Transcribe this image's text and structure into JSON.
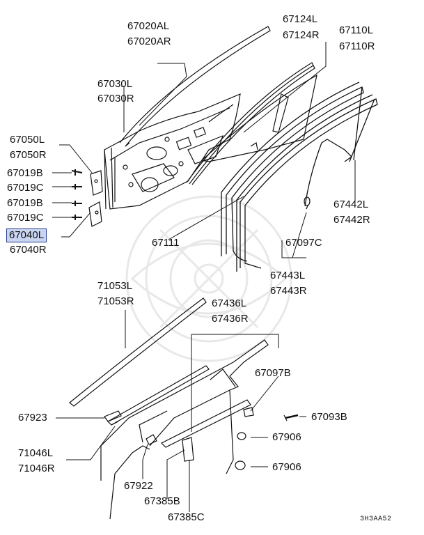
{
  "diagram": {
    "code": "3H3AA52",
    "highlight_color": "#c8d4f0",
    "highlight_border": "#2a3d8f",
    "labels": [
      {
        "id": "p67020AL",
        "text": "67020AL"
      },
      {
        "id": "p67020AR",
        "text": "67020AR"
      },
      {
        "id": "p67124L",
        "text": "67124L"
      },
      {
        "id": "p67124R",
        "text": "67124R"
      },
      {
        "id": "p67110L",
        "text": "67110L"
      },
      {
        "id": "p67110R",
        "text": "67110R"
      },
      {
        "id": "p67030L",
        "text": "67030L"
      },
      {
        "id": "p67030R",
        "text": "67030R"
      },
      {
        "id": "p67050L",
        "text": "67050L"
      },
      {
        "id": "p67050R",
        "text": "67050R"
      },
      {
        "id": "p67019B_1",
        "text": "67019B"
      },
      {
        "id": "p67019C_1",
        "text": "67019C"
      },
      {
        "id": "p67019B_2",
        "text": "67019B"
      },
      {
        "id": "p67019C_2",
        "text": "67019C"
      },
      {
        "id": "p67040L",
        "text": "67040L",
        "selected": true
      },
      {
        "id": "p67040R",
        "text": "67040R"
      },
      {
        "id": "p67111",
        "text": "67111"
      },
      {
        "id": "p67442L",
        "text": "67442L"
      },
      {
        "id": "p67442R",
        "text": "67442R"
      },
      {
        "id": "p67097C",
        "text": "67097C"
      },
      {
        "id": "p67443L",
        "text": "67443L"
      },
      {
        "id": "p67443R",
        "text": "67443R"
      },
      {
        "id": "p71053L",
        "text": "71053L"
      },
      {
        "id": "p71053R",
        "text": "71053R"
      },
      {
        "id": "p67436L",
        "text": "67436L"
      },
      {
        "id": "p67436R",
        "text": "67436R"
      },
      {
        "id": "p67097B",
        "text": "67097B"
      },
      {
        "id": "p67923",
        "text": "67923"
      },
      {
        "id": "p67093B",
        "text": "67093B"
      },
      {
        "id": "p67906_1",
        "text": "67906"
      },
      {
        "id": "p71046L",
        "text": "71046L"
      },
      {
        "id": "p71046R",
        "text": "71046R"
      },
      {
        "id": "p67906_2",
        "text": "67906"
      },
      {
        "id": "p67922",
        "text": "67922"
      },
      {
        "id": "p67385B",
        "text": "67385B"
      },
      {
        "id": "p67385C",
        "text": "67385C"
      }
    ]
  }
}
